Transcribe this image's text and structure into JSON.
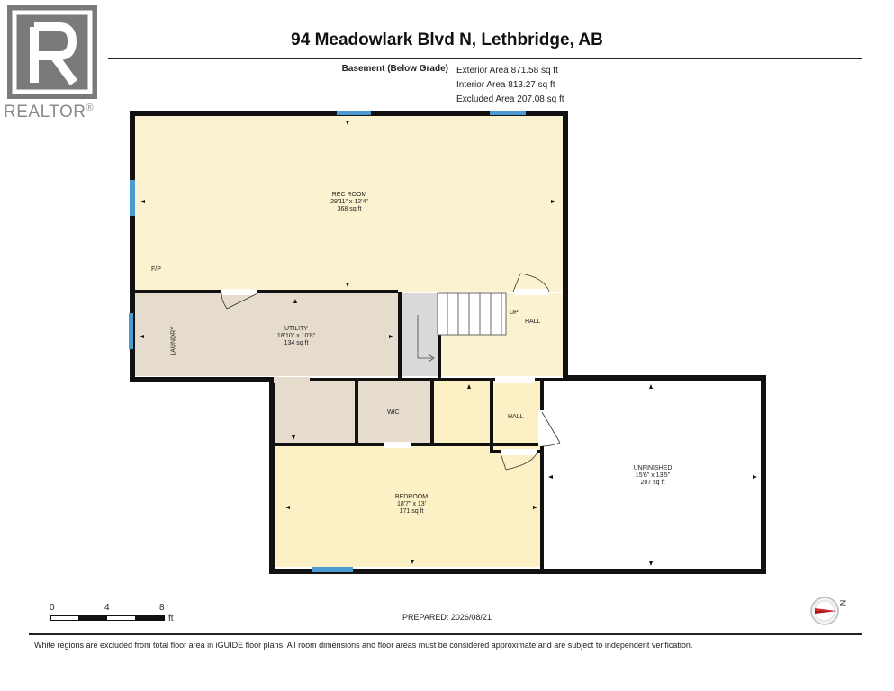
{
  "brand": {
    "name": "REALTOR",
    "mark": "®"
  },
  "header": {
    "address": "94 Meadowlark Blvd N, Lethbridge, AB",
    "level": "Basement (Below Grade)",
    "exterior_area": "Exterior Area 871.58 sq ft",
    "interior_area": "Interior Area 813.27 sq ft",
    "excluded_area": "Excluded Area 207.08 sq ft"
  },
  "rooms": {
    "rec_room": {
      "name": "REC ROOM",
      "dims": "29'11\" x 12'4\"",
      "area": "368 sq ft"
    },
    "utility": {
      "name": "UTILITY",
      "dims": "18'10\" x 10'8\"",
      "area": "134 sq ft"
    },
    "bedroom": {
      "name": "BEDROOM",
      "dims": "18'7\" x 13'",
      "area": "171 sq ft"
    },
    "unfinished": {
      "name": "UNFINISHED",
      "dims": "15'6\" x 13'5\"",
      "area": "207 sq ft"
    },
    "laundry": "LAUNDRY",
    "wic": "WIC",
    "hall_upper": "HALL",
    "hall_lower": "HALL",
    "up": "UP",
    "fp": "F/P"
  },
  "scale": {
    "ticks": [
      "0",
      "4",
      "8"
    ],
    "unit": "ft"
  },
  "compass": {
    "label": "N"
  },
  "footer": {
    "prepared": "PREPARED: 2026/08/21",
    "disclaimer": "White regions are excluded from total floor area in iGUIDE floor plans. All room dimensions and floor areas must be considered approximate and are subject to independent verification."
  },
  "colors": {
    "rec_room": "#fbf3cf",
    "utility": "#e6dccd",
    "bedroom": "#fbf1c4",
    "stairs": "#d9d9d9",
    "window": "#4b9bd3",
    "wall": "#111111",
    "compass_red": "#d9242a"
  }
}
